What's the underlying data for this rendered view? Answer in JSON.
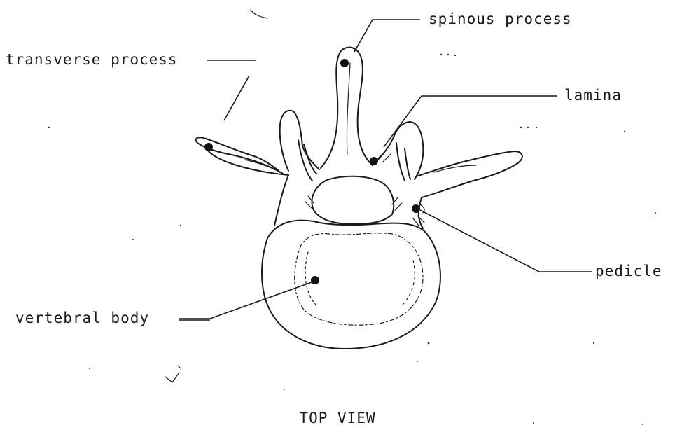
{
  "labels": {
    "spinous_process": "spinous process",
    "transverse_process": "transverse process",
    "lamina": "lamina",
    "pedicle": "pedicle",
    "vertebral_body": "vertebral body"
  },
  "caption": "TOP VIEW"
}
